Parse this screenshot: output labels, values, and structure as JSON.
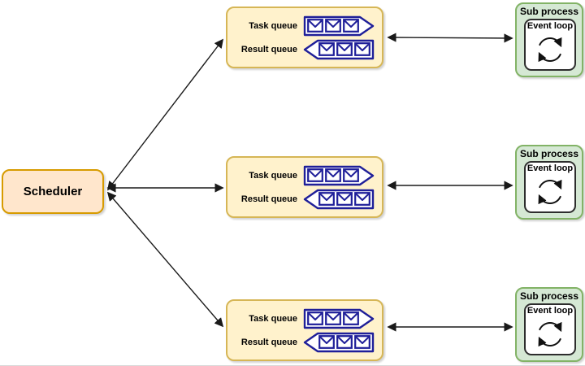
{
  "colors": {
    "scheduler_fill": "#ffe6cc",
    "scheduler_border": "#d79b00",
    "queue_fill": "#fff2cc",
    "queue_border": "#d6b656",
    "subprocess_fill": "#d5e8d4",
    "subprocess_border": "#82b366",
    "eventloop_fill": "#ffffff",
    "eventloop_border": "#2d2d2d",
    "envelope": "#1f1f99",
    "arrow": "#1a1a1a",
    "text": "#000000"
  },
  "scheduler": {
    "label": "Scheduler"
  },
  "workers": [
    {
      "queue": {
        "task_label": "Task queue",
        "result_label": "Result queue",
        "task_envelope_count": 3,
        "result_envelope_count": 3
      },
      "subprocess": {
        "label": "Sub process",
        "event_loop_label": "Event loop"
      }
    },
    {
      "queue": {
        "task_label": "Task queue",
        "result_label": "Result queue",
        "task_envelope_count": 3,
        "result_envelope_count": 3
      },
      "subprocess": {
        "label": "Sub process",
        "event_loop_label": "Event loop"
      }
    },
    {
      "queue": {
        "task_label": "Task queue",
        "result_label": "Result queue",
        "task_envelope_count": 3,
        "result_envelope_count": 3
      },
      "subprocess": {
        "label": "Sub process",
        "event_loop_label": "Event loop"
      }
    }
  ]
}
